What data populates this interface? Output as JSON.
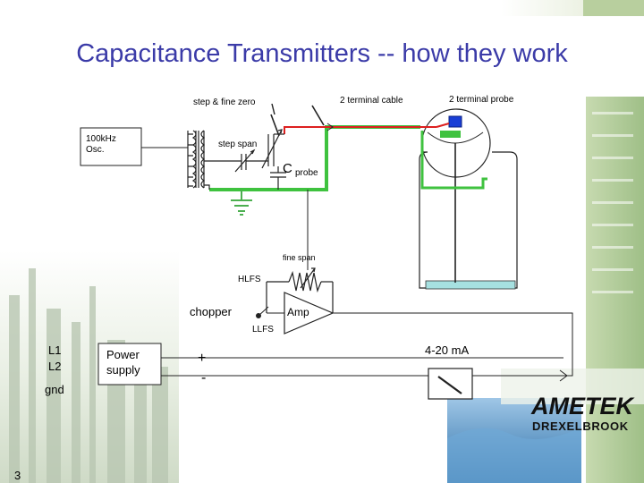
{
  "slide": {
    "title": "Capacitance Transmitters -- how they work",
    "page_number": "3"
  },
  "labels": {
    "step_fine_zero": "step & fine zero",
    "two_terminal_cable": "2 terminal cable",
    "two_terminal_probe": "2 terminal probe",
    "oscillator_line1": "100kHz",
    "oscillator_line2": "Osc.",
    "step_span": "step span",
    "c_letter": "C",
    "c_subscript": "probe",
    "fine_span": "fine span",
    "hlfs": "HLFS",
    "llfs": "LLFS",
    "chopper": "chopper",
    "amp": "Amp",
    "l1": "L1",
    "l2": "L2",
    "gnd": "gnd",
    "power_supply_line1": "Power",
    "power_supply_line2": "supply",
    "plus": "+",
    "minus": "-",
    "output": "4-20 mA"
  },
  "logo": {
    "brand": "AMETEK",
    "sub": "DREXELBROOK"
  },
  "colors": {
    "title": "#3b3ba8",
    "cable_green": "#3fc23f",
    "cable_red": "#dd2020",
    "probe_blue": "#1a3fd6",
    "level_plate": "#a6e0e0",
    "ground_green": "#4caf50",
    "background_green": "#e7efdc"
  }
}
